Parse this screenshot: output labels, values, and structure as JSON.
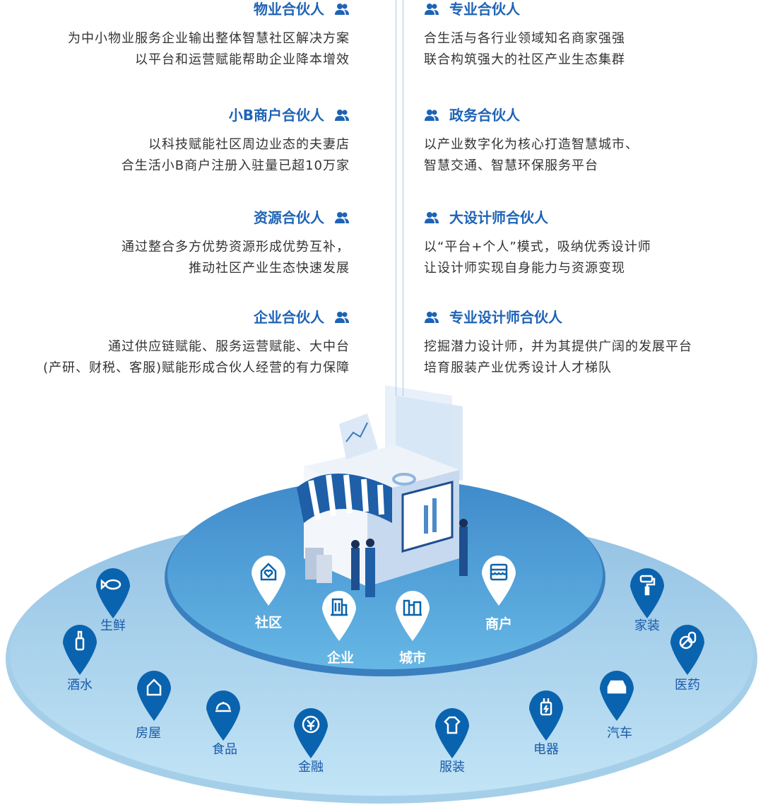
{
  "left_partners": [
    {
      "title": "物业合伙人",
      "lines": [
        "为中小物业服务企业输出整体智慧社区解决方案",
        "以平台和运营赋能帮助企业降本增效"
      ]
    },
    {
      "title": "小B商户合伙人",
      "lines": [
        "以科技赋能社区周边业态的夫妻店",
        "合生活小B商户注册入驻量已超10万家"
      ]
    },
    {
      "title": "资源合伙人",
      "lines": [
        "通过整合多方优势资源形成优势互补，",
        "推动社区产业生态快速发展"
      ]
    },
    {
      "title": "企业合伙人",
      "lines": [
        "通过供应链赋能、服务运营赋能、大中台",
        "(产研、财税、客服)赋能形成合伙人经营的有力保障"
      ]
    }
  ],
  "right_partners": [
    {
      "title": "专业合伙人",
      "lines": [
        "合生活与各行业领域知名商家强强",
        "联合构筑强大的社区产业生态集群"
      ]
    },
    {
      "title": "政务合伙人",
      "lines": [
        "以产业数字化为核心打造智慧城市、",
        "智慧交通、智慧环保服务平台"
      ]
    },
    {
      "title": "大设计师合伙人",
      "lines": [
        "以“平台+个人”模式，吸纳优秀设计师",
        "让设计师实现自身能力与资源变现"
      ]
    },
    {
      "title": "专业设计师合伙人",
      "lines": [
        "挖掘潜力设计师，并为其提供广阔的发展平台",
        "培育服装产业优秀设计人才梯队"
      ]
    }
  ],
  "inner_pins": [
    {
      "label": "社区",
      "icon": "home-heart-icon"
    },
    {
      "label": "企业",
      "icon": "building-icon"
    },
    {
      "label": "城市",
      "icon": "city-icon"
    },
    {
      "label": "商户",
      "icon": "storefront-icon"
    }
  ],
  "outer_pins": [
    {
      "label": "生鲜",
      "icon": "fish-icon"
    },
    {
      "label": "酒水",
      "icon": "bottle-icon"
    },
    {
      "label": "房屋",
      "icon": "house-icon"
    },
    {
      "label": "食品",
      "icon": "food-cloche-icon"
    },
    {
      "label": "金融",
      "icon": "yuan-icon"
    },
    {
      "label": "服装",
      "icon": "shirt-icon"
    },
    {
      "label": "电器",
      "icon": "plug-icon"
    },
    {
      "label": "汽车",
      "icon": "car-icon"
    },
    {
      "label": "家装",
      "icon": "paint-roller-icon"
    },
    {
      "label": "医药",
      "icon": "pills-icon"
    }
  ],
  "colors": {
    "accent": "#1e63b5",
    "pin": "#0a63ae",
    "outer_disc": "#b3daf0",
    "inner_disc": "#4f9fd6"
  }
}
